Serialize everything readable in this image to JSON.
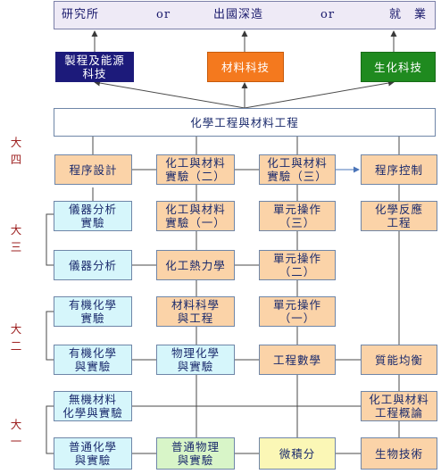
{
  "top": {
    "research": "研究所",
    "or1": "or",
    "abroad": "出國深造",
    "or2": "or",
    "employment": "就　業"
  },
  "fields": {
    "process": "製程及能源\n科技",
    "materials": "材料科技",
    "biochem": "生化科技"
  },
  "core": "化學工程與材料工程",
  "years": {
    "y4": "大\n四",
    "y3": "大\n三",
    "y2": "大\n二",
    "y1": "大\n一"
  },
  "courses": {
    "program_design": "程序設計",
    "lab2": "化工與材料\n實驗（二）",
    "lab3": "化工與材料\n實驗（三）",
    "process_control": "程序控制",
    "instr_lab": "儀器分析\n實驗",
    "lab1": "化工與材料\n實驗（一）",
    "unit_op3": "單元操作\n（三）",
    "reaction_eng": "化學反應\n工程",
    "instr": "儀器分析",
    "thermo": "化工熱力學",
    "unit_op2": "單元操作\n（二）",
    "organic_lab": "有機化學\n實驗",
    "mat_sci": "材料科學\n與工程",
    "unit_op1": "單元操作\n（一）",
    "organic": "有機化學\n與實驗",
    "phys_chem": "物理化學\n與實驗",
    "eng_math": "工程數學",
    "mass_energy": "質能均衡",
    "inorganic": "無機材料\n化學與實驗",
    "intro": "化工與材料\n工程概論",
    "gen_chem": "普通化學\n與實驗",
    "gen_phys": "普通物理\n與實驗",
    "calculus": "微積分",
    "biotech": "生物技術"
  },
  "colors": {
    "line": "#4a4a4a",
    "border": "#6f86a8",
    "peach": "#fbd3a8",
    "cyan": "#d6f6fb"
  }
}
